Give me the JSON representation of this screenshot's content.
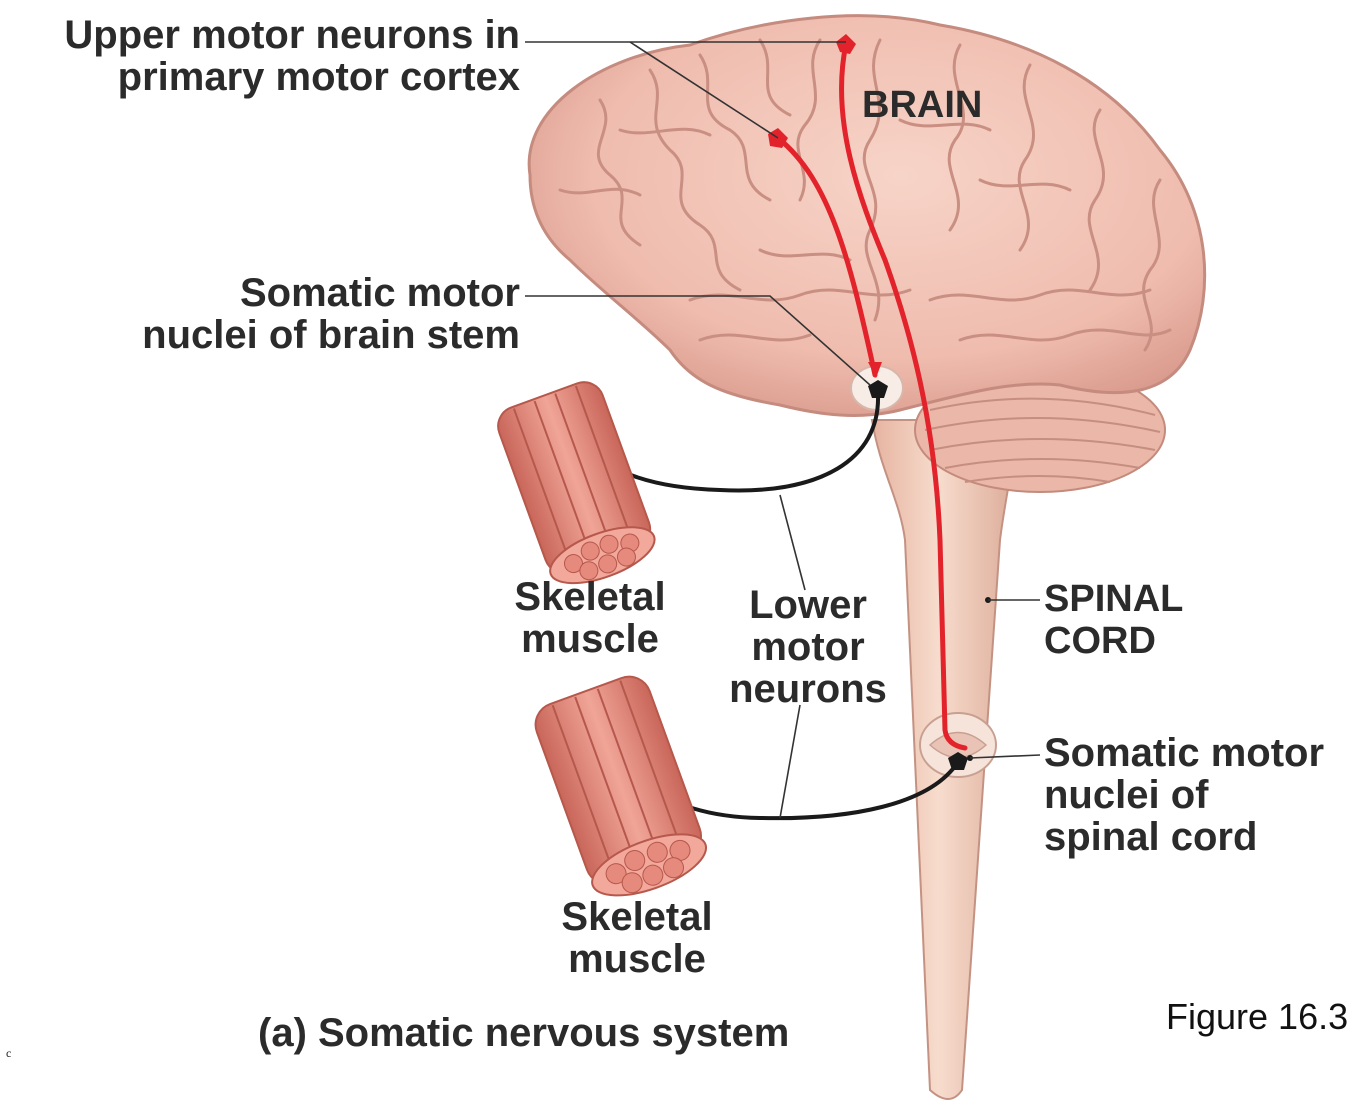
{
  "labels": {
    "upper_motor_neurons": [
      "Upper motor neurons in",
      "primary motor cortex"
    ],
    "brain": "BRAIN",
    "somatic_motor_nuclei_brain_stem": [
      "Somatic motor",
      "nuclei of brain stem"
    ],
    "skeletal_muscle_top": [
      "Skeletal",
      "muscle"
    ],
    "lower_motor_neurons": [
      "Lower",
      "motor",
      "neurons"
    ],
    "spinal_cord": [
      "SPINAL",
      "CORD"
    ],
    "somatic_motor_nuclei_spinal_cord": [
      "Somatic motor",
      "nuclei of",
      "spinal cord"
    ],
    "skeletal_muscle_bottom": [
      "Skeletal",
      "muscle"
    ],
    "caption": "(a) Somatic nervous system",
    "figure_number": "Figure 16.3",
    "corner_mark": "c"
  },
  "colors": {
    "brain": "#f2c2b4",
    "brain_fold": "#c98f82",
    "cerebellum": "#e8b6a8",
    "spinal_cord": "#f2cdbb",
    "upper_neuron": "#e3232b",
    "lower_neuron": "#1a1a1a",
    "muscle": "#e08b7c",
    "label_text": "#2b2b2b"
  }
}
